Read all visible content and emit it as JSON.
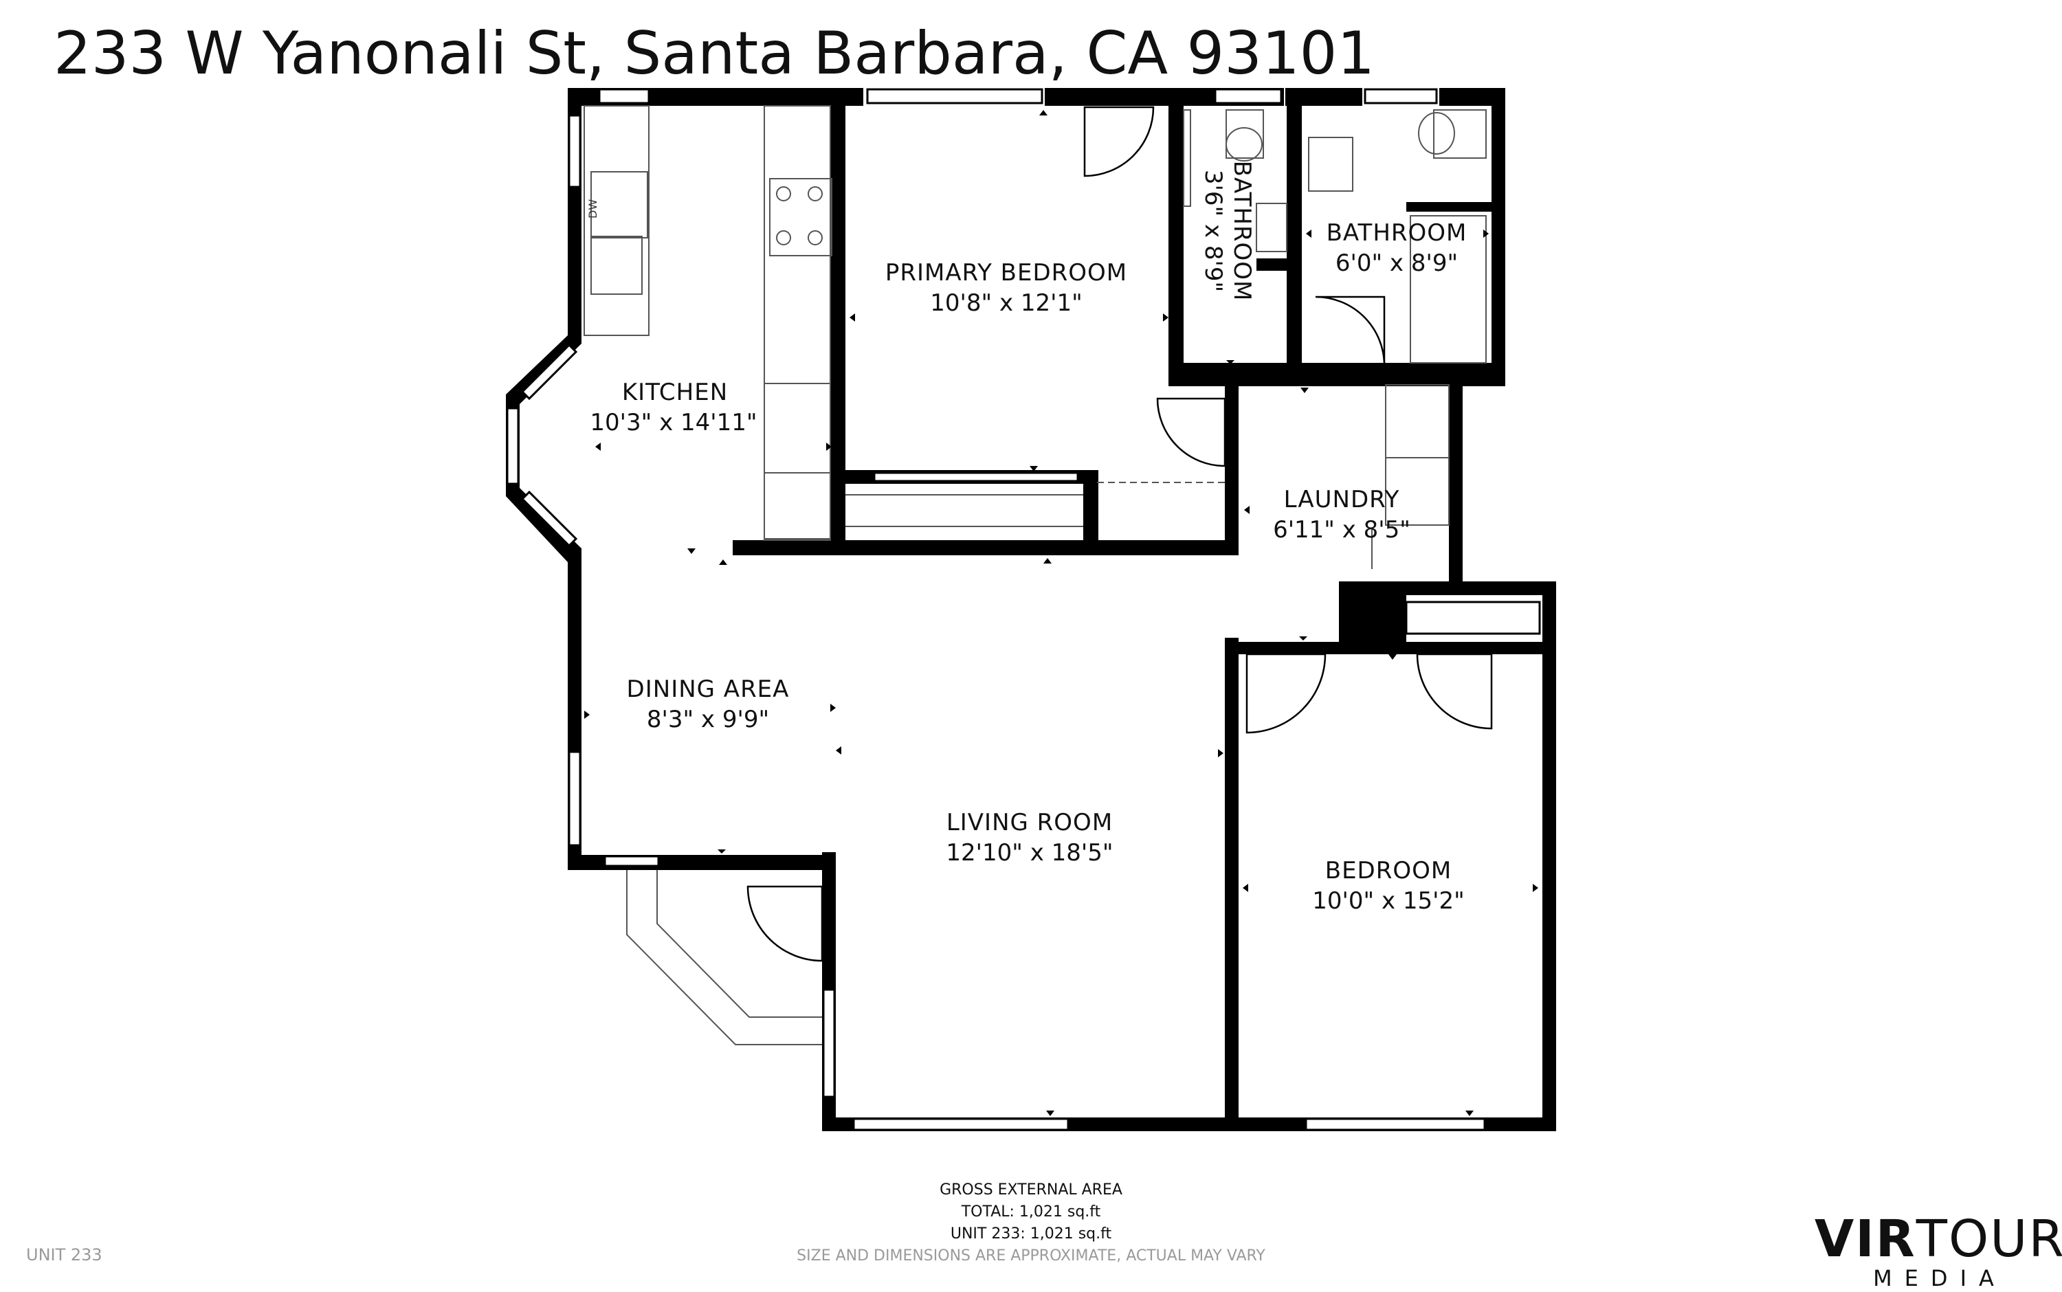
{
  "header": {
    "address": "233 W Yanonali St, Santa Barbara, CA 93101"
  },
  "rooms": {
    "kitchen": {
      "name": "KITCHEN",
      "dims": "10'3\" x 14'11\""
    },
    "primary_bedroom": {
      "name": "PRIMARY BEDROOM",
      "dims": "10'8\" x 12'1\""
    },
    "bathroom_small": {
      "name": "BATHROOM",
      "dims": "3'6\" x 8'9\""
    },
    "bathroom": {
      "name": "BATHROOM",
      "dims": "6'0\" x 8'9\""
    },
    "laundry": {
      "name": "LAUNDRY",
      "dims": "6'11\" x 8'5\""
    },
    "dining_area": {
      "name": "DINING AREA",
      "dims": "8'3\" x 9'9\""
    },
    "living_room": {
      "name": "LIVING ROOM",
      "dims": "12'10\" x 18'5\""
    },
    "bedroom": {
      "name": "BEDROOM",
      "dims": "10'0\" x 15'2\""
    }
  },
  "fixtures": {
    "dishwasher": "DW"
  },
  "footer": {
    "title": "GROSS EXTERNAL AREA",
    "total": "TOTAL: 1,021 sq.ft",
    "unit_area": "UNIT 233: 1,021 sq.ft",
    "disclaimer": "SIZE AND DIMENSIONS ARE APPROXIMATE, ACTUAL MAY VARY",
    "unit_label": "UNIT 233"
  },
  "logo": {
    "main_bold": "VIR",
    "main_thin": "TOUR",
    "sub": "MEDIA"
  },
  "colors": {
    "wall": "#000000",
    "background": "#ffffff",
    "muted_text": "#9a9a9a"
  }
}
